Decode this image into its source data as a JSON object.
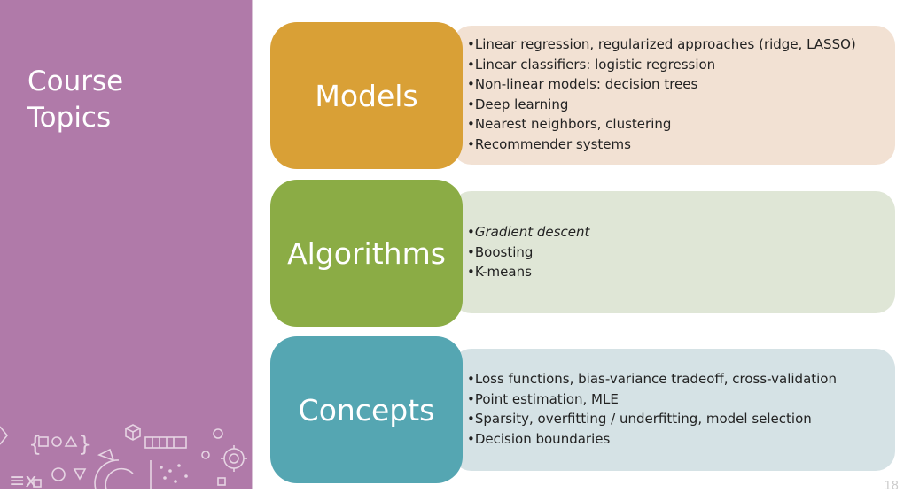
{
  "sidebar": {
    "title": "Course\nTopics"
  },
  "sections": [
    {
      "label": "Models",
      "color": "#d9a036",
      "panel_color": "#f2e1d3",
      "items": [
        "Linear regression, regularized approaches (ridge, LASSO)",
        "Linear classifiers: logistic regression",
        "Non-linear models: decision trees",
        "Deep learning",
        "Nearest neighbors, clustering",
        "Recommender systems"
      ]
    },
    {
      "label": "Algorithms",
      "color": "#8bac45",
      "panel_color": "#dfe6d6",
      "items": [
        "Gradient descent",
        "Boosting",
        "K-means"
      ],
      "italic_items": [
        0
      ]
    },
    {
      "label": "Concepts",
      "color": "#55a6b2",
      "panel_color": "#d5e2e5",
      "items": [
        "Loss functions, bias-variance tradeoff, cross-validation",
        "Point estimation, MLE",
        "Sparsity, overfitting / underfitting, model selection",
        "Decision boundaries"
      ]
    }
  ],
  "page_number": "18"
}
